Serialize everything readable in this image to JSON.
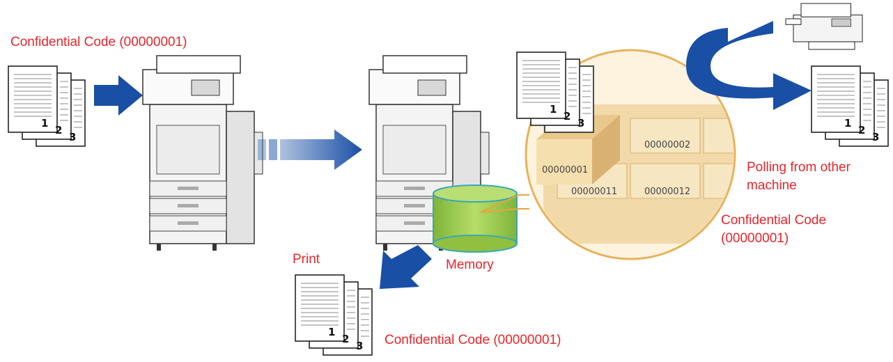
{
  "labels": {
    "code_top_left": "Confidential Code (00000001)",
    "print": "Print",
    "memory": "Memory",
    "polling_line1": "Polling from other",
    "polling_line2": "machine",
    "code_right_line1": "Confidential Code",
    "code_right_line2": "(00000001)",
    "code_bottom": "Confidential Code (00000001)"
  },
  "boxes": {
    "box_a": "00000001",
    "box_b": "00000002",
    "box_c": "00000011",
    "box_d": "00000012"
  },
  "page_numbers": [
    "1",
    "2",
    "3"
  ],
  "colors": {
    "label_red": "#e8252a",
    "arrow_blue": "#1a4fa6",
    "memory_green": "#9ccc4a",
    "zoom_tan": "#f2d9a9"
  }
}
